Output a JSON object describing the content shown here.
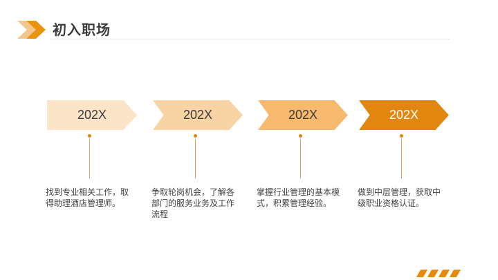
{
  "title": "初入职场",
  "timeline": {
    "milestones": [
      {
        "year": "202X",
        "description": "找到专业相关工作，取得助理酒店管理师。",
        "fill": "#FBE4C7",
        "text_color": "#3C3C3C"
      },
      {
        "year": "202X",
        "description": "争取轮岗机会，了解各部门的服务业务及工作流程",
        "fill": "#F8D3A3",
        "text_color": "#3C3C3C"
      },
      {
        "year": "202X",
        "description": "掌握行业管理的基本模式，积累管理经验。",
        "fill": "#F6B96D",
        "text_color": "#3C3C3C"
      },
      {
        "year": "202X",
        "description": "做到中层管理，获取中级职业资格认证。",
        "fill": "#E1860E",
        "text_color": "#FFFFFF"
      }
    ]
  },
  "colors": {
    "accent_dark": "#E8890C",
    "accent_light": "#F3C690",
    "connector_line": "#DCA35B",
    "connector_dot": "#DF860F",
    "title_text": "#3C3C3C",
    "body_text": "#414141",
    "divider": "#E4E4E4"
  },
  "icons": {
    "header": "double-chevron-right-icon",
    "corner": "four-diagonal-slashes-icon"
  }
}
